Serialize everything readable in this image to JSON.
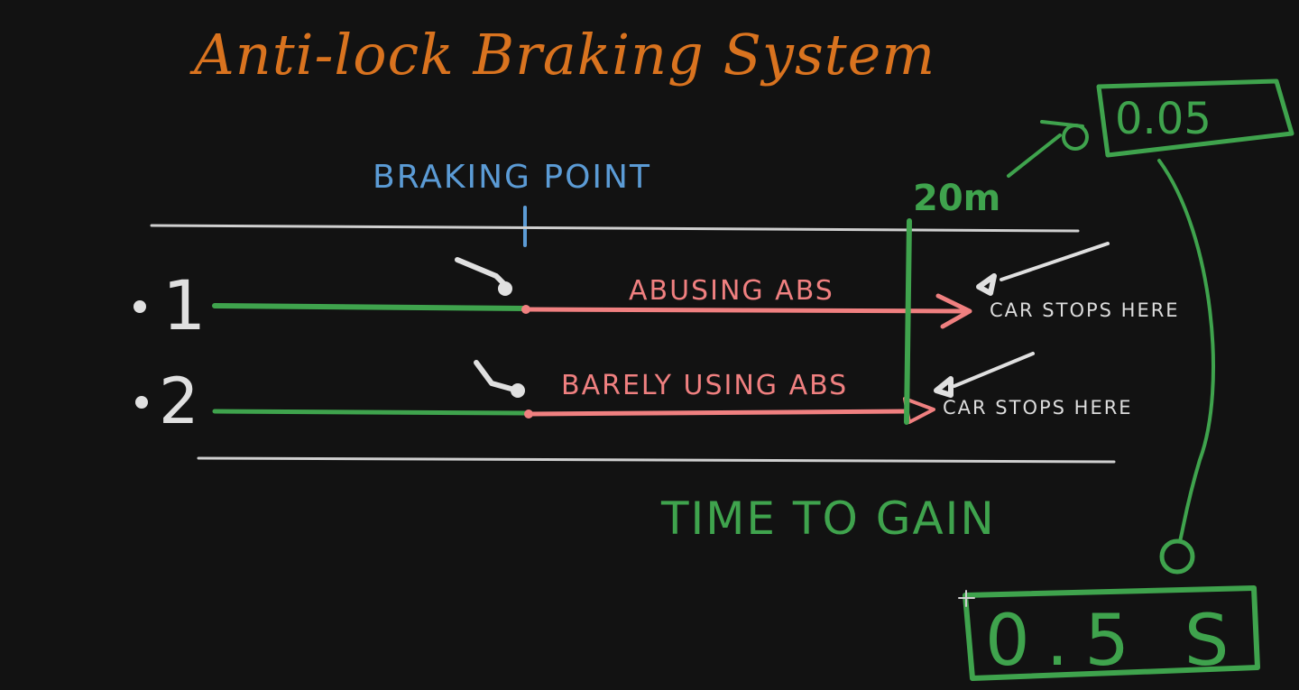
{
  "title": "Anti-lock Braking System",
  "braking_point_label": "BRAKING POINT",
  "rows": [
    {
      "number": "1",
      "label": "ABUSING ABS",
      "stop_note": "CAR STOPS HERE"
    },
    {
      "number": "2",
      "label": "BARELY USING ABS",
      "stop_note": "CAR STOPS HERE"
    }
  ],
  "distance_label": "20m",
  "time_small": "0.05",
  "time_large": "0.5 S",
  "time_to_gain_label": "TIME TO GAIN",
  "colors": {
    "background": "#121212",
    "title": "#d9731f",
    "braking_point": "#5b9bd5",
    "abs_line": "#f08080",
    "green": "#3fa34d",
    "chalk": "#dddddd"
  }
}
